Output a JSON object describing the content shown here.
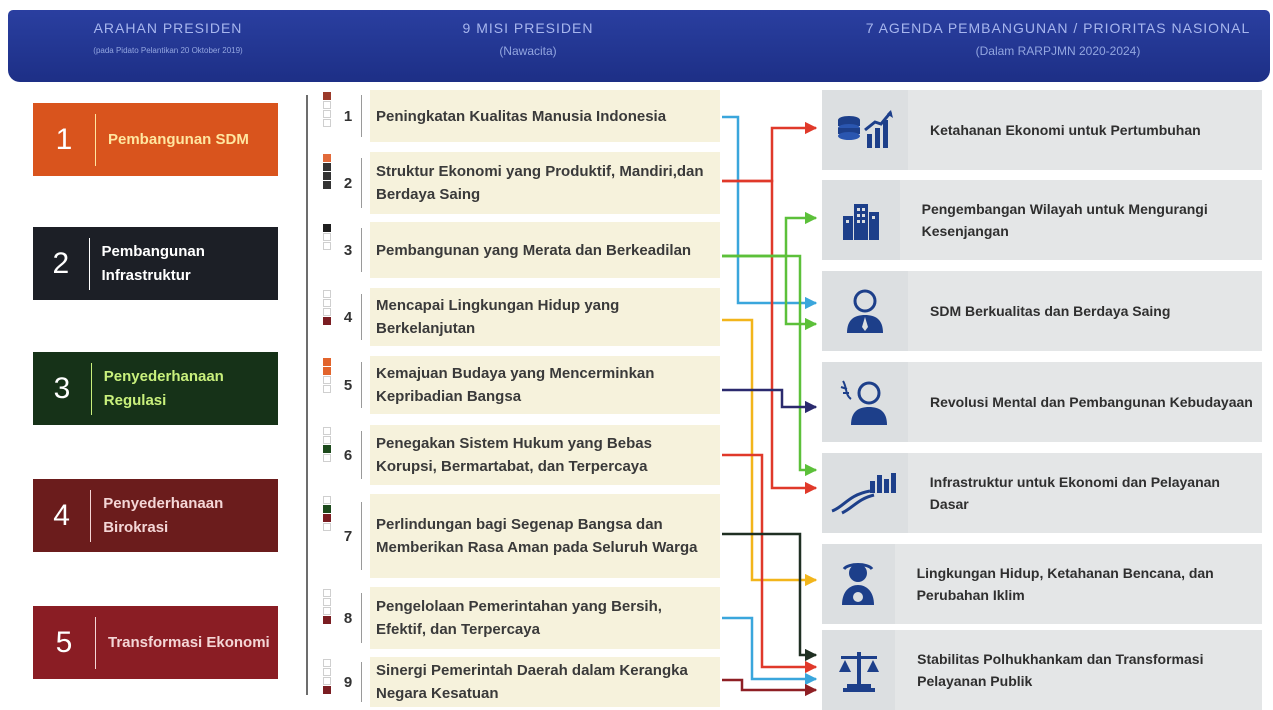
{
  "header": {
    "left_title": "ARAHAN PRESIDEN",
    "left_sub": "(pada Pidato Pelantikan 20 Oktober 2019)",
    "mid_title": "9 MISI PRESIDEN",
    "mid_sub": "(Nawacita)",
    "right_title": "7 AGENDA PEMBANGUNAN / PRIORITAS NASIONAL",
    "right_sub": "(Dalam RARPJMN 2020-2024)"
  },
  "arahan": [
    {
      "num": "1",
      "label": "Pembangunan SDM",
      "color": "#d9541d",
      "text_color": "#ffe6a0"
    },
    {
      "num": "2",
      "label": "Pembangunan Infrastruktur",
      "color": "#1c1f26",
      "text_color": "#ffffff"
    },
    {
      "num": "3",
      "label": "Penyederhanaan Regulasi",
      "color": "#163218",
      "text_color": "#c9f07c"
    },
    {
      "num": "4",
      "label": "Penyederhanaan Birokrasi",
      "color": "#6b1c1c",
      "text_color": "#f4d6d6"
    },
    {
      "num": "5",
      "label": "Transformasi Ekonomi",
      "color": "#8a1d24",
      "text_color": "#f4d6d6"
    }
  ],
  "misi": [
    {
      "num": "1",
      "text": "Peningkatan Kualitas Manusia Indonesia"
    },
    {
      "num": "2",
      "text": "Struktur Ekonomi yang Produktif, Mandiri,dan Berdaya Saing"
    },
    {
      "num": "3",
      "text": "Pembangunan yang Merata dan Berkeadilan"
    },
    {
      "num": "4",
      "text": "Mencapai Lingkungan Hidup yang Berkelanjutan"
    },
    {
      "num": "5",
      "text": "Kemajuan Budaya yang Mencerminkan Kepribadian Bangsa"
    },
    {
      "num": "6",
      "text": "Penegakan Sistem Hukum yang Bebas Korupsi, Bermartabat, dan Terpercaya"
    },
    {
      "num": "7",
      "text": "Perlindungan bagi Segenap Bangsa dan Memberikan Rasa Aman pada Seluruh Warga"
    },
    {
      "num": "8",
      "text": "Pengelolaan Pemerintahan yang Bersih, Efektif, dan Terpercaya"
    },
    {
      "num": "9",
      "text": "Sinergi Pemerintah Daerah dalam Kerangka Negara Kesatuan"
    }
  ],
  "agenda": [
    {
      "icon": "coins-chart-icon",
      "text": "Ketahanan Ekonomi untuk Pertumbuhan"
    },
    {
      "icon": "city-buildings-icon",
      "text": "Pengembangan Wilayah untuk Mengurangi Kesenjangan"
    },
    {
      "icon": "person-icon",
      "text": "SDM Berkualitas dan Berdaya Saing"
    },
    {
      "icon": "person-culture-icon",
      "text": "Revolusi Mental dan Pembangunan Kebudayaan"
    },
    {
      "icon": "road-city-icon",
      "text": "Infrastruktur untuk Ekonomi dan Pelayanan Dasar"
    },
    {
      "icon": "person-environment-icon",
      "text": "Lingkungan Hidup, Ketahanan Bencana, dan Perubahan Iklim"
    },
    {
      "icon": "scales-justice-icon",
      "text": "Stabilitas Polhukhankam dan Transformasi Pelayanan Publik"
    }
  ],
  "connector_colors": {
    "blue": "#3aa6dc",
    "red": "#e0392a",
    "green": "#5cc03a",
    "yellow": "#f2b51b",
    "navy": "#2b2a6e",
    "dark": "#1f2f22",
    "maroon": "#8e1f24"
  }
}
